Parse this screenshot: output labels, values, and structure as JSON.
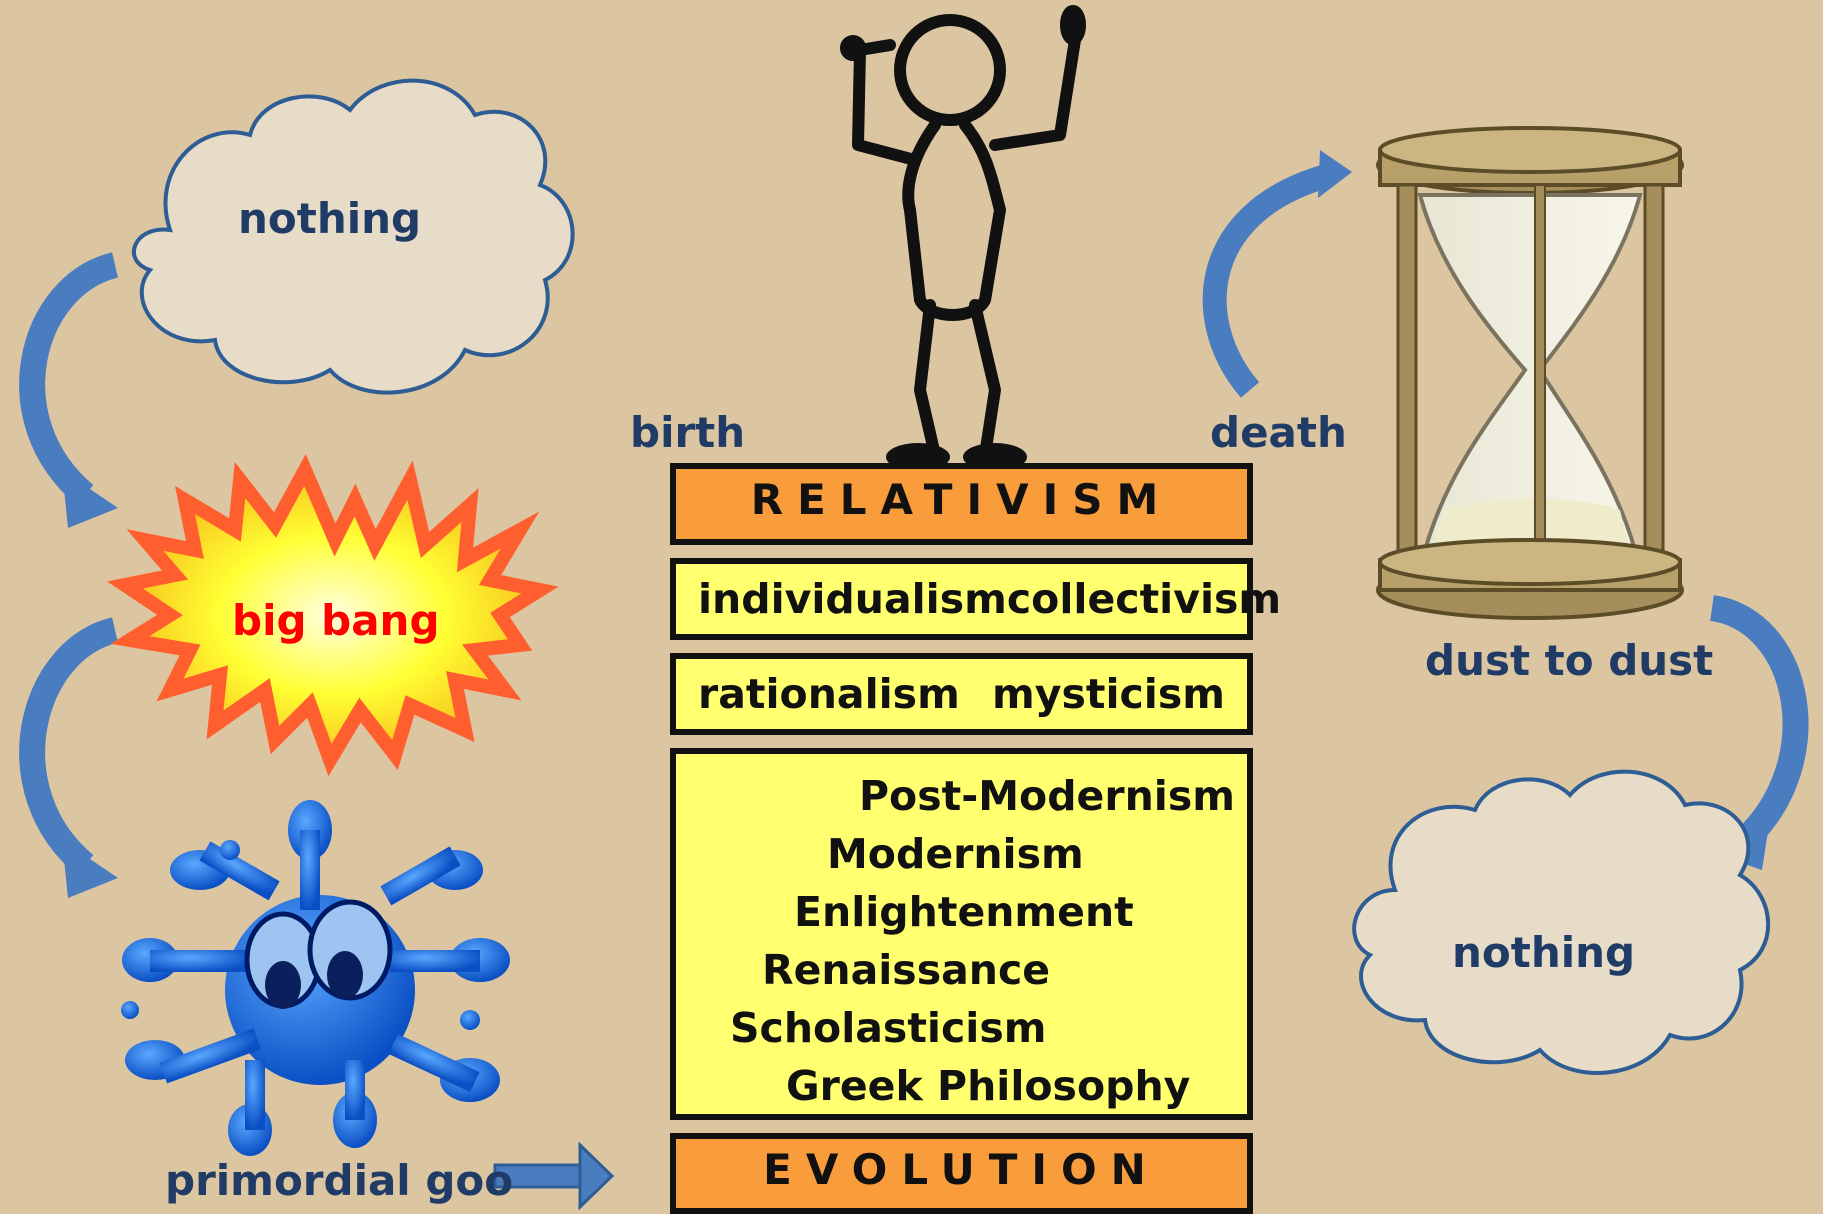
{
  "left_cycle": {
    "cloud_label": "nothing",
    "bang_label": "big bang",
    "goo_label": "primordial goo"
  },
  "center": {
    "birth_label": "birth",
    "death_label": "death",
    "top_box": "RELATIVISM",
    "pair1": {
      "left": "individualism",
      "right": "collectivism"
    },
    "pair2": {
      "left": "rationalism",
      "right": "mysticism"
    },
    "eras": [
      "Post-Modernism",
      "Modernism",
      "Enlightenment",
      "Renaissance",
      "Scholasticism",
      "Greek Philosophy"
    ],
    "bottom_box": "EVOLUTION"
  },
  "right_cycle": {
    "hourglass_label": "dust to dust",
    "cloud_label": "nothing"
  },
  "colors": {
    "background": "#dcc6a1",
    "label_blue": "#1f3b66",
    "arrow_blue": "#4a7cc0",
    "box_orange": "#f99c3b",
    "box_yellow": "#ffff70",
    "cloud_fill": "#e6dcc8",
    "bang_red": "#ff0000"
  }
}
